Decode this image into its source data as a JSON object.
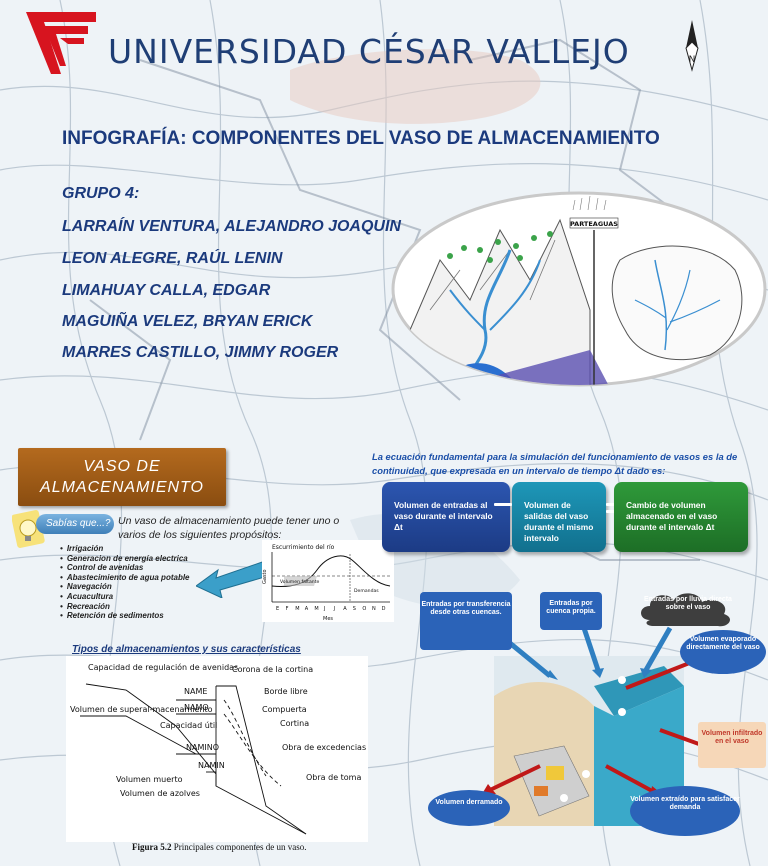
{
  "header": {
    "university": "UNIVERSIDAD CÉSAR VALLEJO",
    "title": "INFOGRAFÍA: COMPONENTES DEL VASO DE ALMACENAMIENTO",
    "group": "GRUPO 4:",
    "members": [
      "LARRAÍN VENTURA, ALEJANDRO JOAQUIN",
      "LEON ALEGRE, RAÚL LENIN",
      "LIMAHUAY CALLA, EDGAR",
      "MAGUIÑA VELEZ, BRYAN ERICK",
      "MARRES CASTILLO, JIMMY ROGER"
    ]
  },
  "basin": {
    "label": "PARTEAGUAS"
  },
  "vaso": {
    "banner": "VASO DE ALMACENAMIENTO",
    "sabias": "Sabías que...?",
    "intro": "Un vaso de almacenamiento puede tener uno o varios de los siguientes propósitos:",
    "purposes": [
      "Irrigación",
      "Generacion de energía electrica",
      "Control de avenidas",
      "Abastecimiento de agua potable",
      "Navegación",
      "Acuacultura",
      "Recreación",
      "Retención de sedimentos"
    ]
  },
  "flow_chart": {
    "title": "Escurrimiento del río",
    "ylabel": "Gasto",
    "xlabel": "Mes",
    "months": [
      "E",
      "F",
      "M",
      "A",
      "M",
      "J",
      "J",
      "A",
      "S",
      "O",
      "N",
      "D"
    ],
    "labels": {
      "surplus": "Volumen faltante",
      "demand": "Demandas"
    }
  },
  "tipos": {
    "title": "Tipos de almacenamientos y sus características",
    "labels": {
      "capacidad_reg": "Capacidad de regulación de avenidas",
      "corona": "Corona de la cortina",
      "name": "NAME",
      "borde": "Borde libre",
      "namo": "NAMO",
      "compuerta": "Compuerta",
      "vol_super": "Volumen de superal-macenamiento",
      "cap_util": "Capacidad útil",
      "cortina": "Cortina",
      "namino": "NAMINO",
      "excedencias": "Obra de excedencias",
      "namin": "NAMIN",
      "vol_muerto": "Volumen muerto",
      "toma": "Obra de toma",
      "azolves": "Volumen de azolves"
    },
    "caption_bold": "Figura 5.2",
    "caption": " Principales componentes de un vaso."
  },
  "equation": {
    "text": "La ecuación fundamental para la simulación del funcionamiento de vasos es la de continuidad, que expresada en un intervalo de tiempo Δt dado es:",
    "box1": "Volumen de entradas al vaso durante el intervalo Δt",
    "box2": "Volumen de salidas del vaso durante el mismo intervalo",
    "box3": "Cambio de volumen almacenado en el vaso durante el intervalo Δt"
  },
  "reservoir": {
    "transfer": "Entradas por transferencia desde otras cuencas.",
    "cuenca": "Entradas por cuenca propia.",
    "lluvia": "Entradas por lluvia directa sobre el vaso",
    "evap": "Volumen evaporado directamente del vaso",
    "infil": "Volumen infiltrado en el vaso",
    "derramado": "Volumen derramado",
    "extraido": "Volumen extraído para satisfacer demanda"
  },
  "colors": {
    "navy": "#1b3a7d",
    "brand_red": "#d7141f",
    "banner": "#8a4d10",
    "box_blue": "#1c3b85",
    "box_teal": "#11708e",
    "box_green": "#1d6e26"
  }
}
